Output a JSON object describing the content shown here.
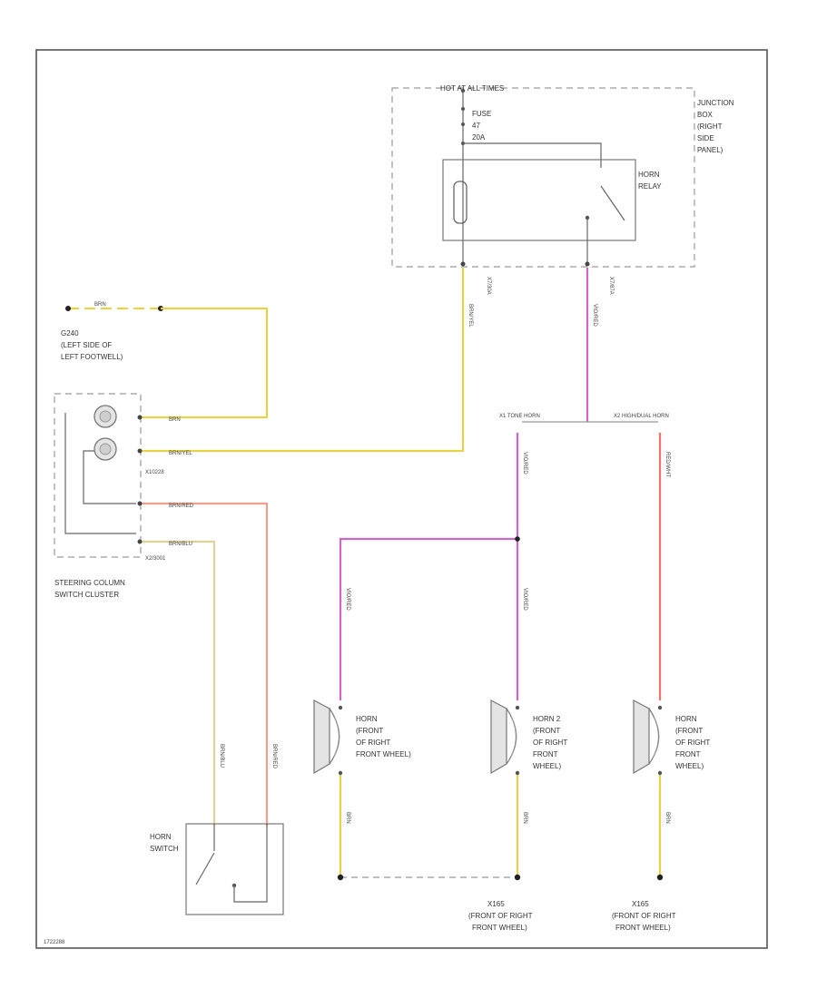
{
  "diagram_id": "1722288",
  "junction_box": {
    "hot_at": "HOT AT ALL TIMES",
    "fuse": [
      "FUSE",
      "47",
      "20A"
    ],
    "label": [
      "JUNCTION",
      "BOX",
      "(RIGHT",
      "SIDE",
      "PANEL)"
    ],
    "relay_label": [
      "HORN",
      "RELAY"
    ],
    "pin_left": "X7/30A",
    "pin_right": "X7/87A"
  },
  "ground_g240": {
    "code": "G240",
    "label": [
      "G240",
      "(LEFT SIDE OF",
      "LEFT FOOTWELL)"
    ],
    "wire_color": "BRN"
  },
  "steering_cluster": {
    "label": [
      "STEERING COLUMN",
      "SWITCH CLUSTER"
    ],
    "conn_a": "X10228",
    "conn_b": "X2/3001",
    "wire1": "BRN",
    "wire2": "BRN/YEL",
    "wire3": "BRN/RED",
    "wire4": "BRN/BLU"
  },
  "horn_switch": {
    "label": [
      "HORN",
      "SWITCH"
    ]
  },
  "splice": {
    "left": "X1 TONE HORN",
    "right": "X2 HIGH/DUAL HORN"
  },
  "horns": [
    {
      "label": [
        "HORN",
        "(FRONT",
        "OF RIGHT",
        "FRONT WHEEL)"
      ]
    },
    {
      "label": [
        "HORN 2",
        "(FRONT",
        "OF RIGHT",
        "FRONT",
        "WHEEL)"
      ]
    },
    {
      "label": [
        "HORN",
        "(FRONT",
        "OF RIGHT",
        "FRONT",
        "WHEEL)"
      ]
    }
  ],
  "grounds": [
    {
      "label": [
        "X165",
        "(FRONT OF RIGHT",
        "FRONT WHEEL)"
      ]
    },
    {
      "label": [
        "X165",
        "(FRONT OF RIGHT",
        "FRONT WHEEL)"
      ]
    }
  ],
  "wire_labels": {
    "yel_top": "BRN/YEL",
    "vio_top": "VIO/RED",
    "vio_left": "VIO/RED",
    "vio_mid_top": "VIO/RED",
    "vio_mid_bot": "VIO/RED",
    "red_right": "RED/WHT",
    "sw_left": "BRN/BLU",
    "sw_right": "BRN/RED",
    "gnd_a": "BRN",
    "gnd_b": "BRN",
    "gnd_c": "BRN"
  },
  "colors": {
    "yellow": "#e8d24a",
    "yellow_pale": "#ddd29a",
    "violet": "#cc66cc",
    "red": "#f07070",
    "salmon": "#f0a08a",
    "black": "#222222"
  }
}
